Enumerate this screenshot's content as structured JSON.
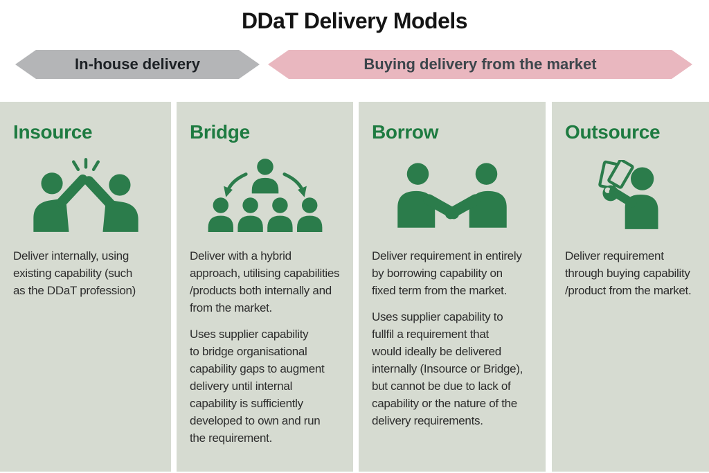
{
  "title": "DDaT Delivery Models",
  "banners": {
    "in_house": {
      "label": "In-house delivery",
      "color": "#b4b5b7",
      "text_color": "#1d2125"
    },
    "market": {
      "label": "Buying delivery from the market",
      "color": "#e9b7bf",
      "text_color": "#3d464c"
    }
  },
  "theme": {
    "column_background": "#d6dbd1",
    "heading_green": "#1e7b41",
    "icon_green": "#2b7c4b",
    "body_text": "#2d2d2d",
    "title_text": "#141414"
  },
  "columns": [
    {
      "title": "Insource",
      "icon": "high-five-icon",
      "paragraphs": [
        "Deliver internally, using\nexisting capability (such\nas the DDaT profession)"
      ]
    },
    {
      "title": "Bridge",
      "icon": "team-delegation-icon",
      "paragraphs": [
        "Deliver with a hybrid\napproach, utilising capabilities\n/products both internally and\nfrom the market.",
        "Uses supplier capability\nto bridge organisational\ncapability gaps to augment\ndelivery until internal\ncapability is sufficiently\ndeveloped to own and run\nthe requirement."
      ]
    },
    {
      "title": "Borrow",
      "icon": "handshake-icon",
      "paragraphs": [
        "Deliver requirement in entirely\nby borrowing capability on\nfixed term from the market.",
        "Uses supplier capability to\nfullfil a requirement that\nwould ideally be delivered\ninternally (Insource or Bridge),\nbut cannot be due to lack of\ncapability or the nature of the\ndelivery requirements."
      ]
    },
    {
      "title": "Outsource",
      "icon": "cash-in-hand-icon",
      "paragraphs": [
        "Deliver requirement\nthrough buying capability\n/product from the market."
      ]
    }
  ]
}
